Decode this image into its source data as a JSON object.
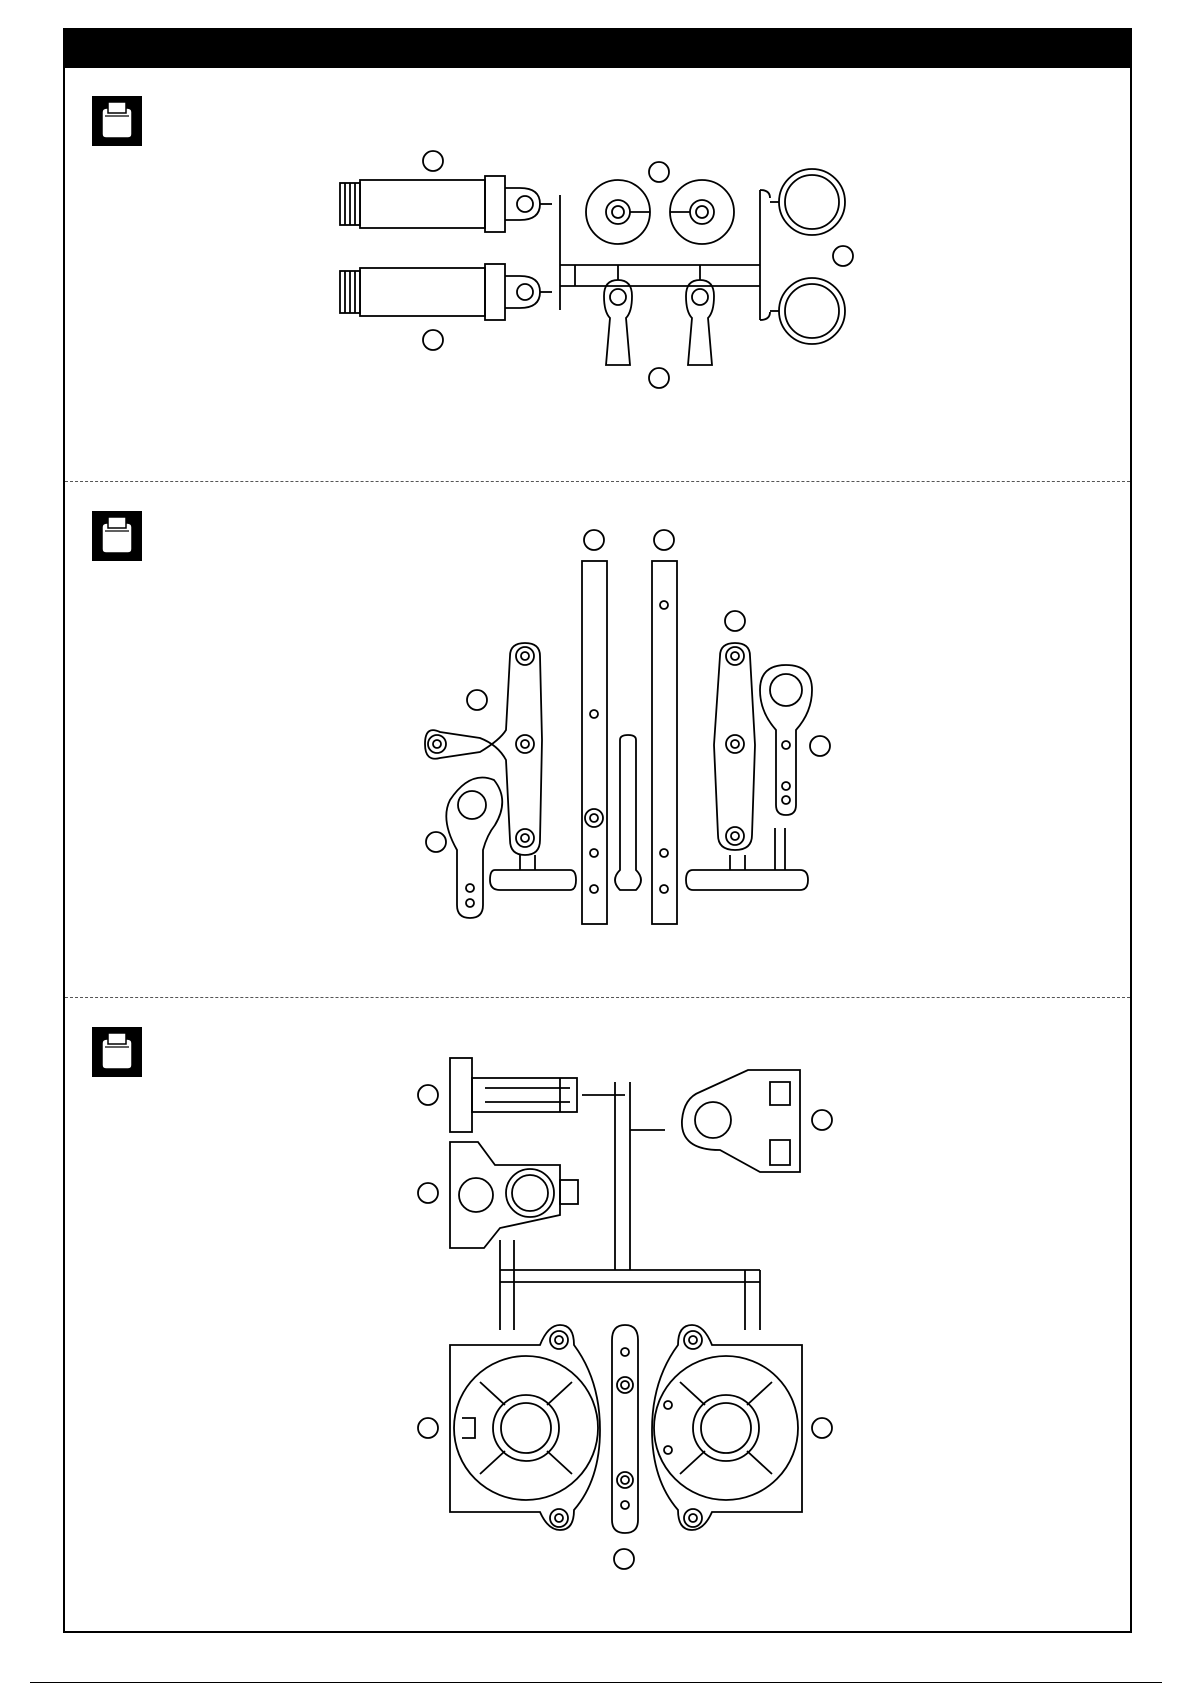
{
  "colors": {
    "ink": "#000000",
    "paper": "#ffffff",
    "divider": "#555555"
  },
  "header": {
    "title": ""
  },
  "sections": [
    {
      "id": "shock-parts",
      "bag_icon": "parts-bag-icon",
      "part_labels": [
        "",
        "",
        "",
        "",
        "",
        ""
      ]
    },
    {
      "id": "arms-and-rails",
      "bag_icon": "parts-bag-icon",
      "part_labels": [
        "",
        "",
        "",
        "",
        "",
        ""
      ]
    },
    {
      "id": "gearbox-parts",
      "bag_icon": "parts-bag-icon",
      "part_labels": [
        "",
        "",
        "",
        "",
        ""
      ]
    }
  ]
}
